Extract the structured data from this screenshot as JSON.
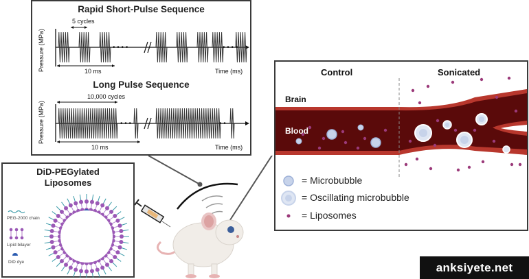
{
  "pulse_panel": {
    "rapid_title": "Rapid Short-Pulse Sequence",
    "cycles_label": "5 cycles",
    "y_axis_label": "Pressure (MPa)",
    "x_axis_label": "Time (ms)",
    "duration_label": "10 ms",
    "long_title": "Long Pulse Sequence",
    "long_cycles_label": "10,000 cycles",
    "y_axis_label_2": "Pressure (MPa)",
    "x_axis_label_2": "Time (ms)",
    "duration_label_2": "10 ms"
  },
  "lipo_panel": {
    "title_line1": "DiD-PEGylated",
    "title_line2": "Liposomes",
    "peg_label": "PEG-2000 chain",
    "bilayer_label": "Lipid bilayer",
    "dye_label": "DiD dye"
  },
  "brain_panel": {
    "control_label": "Control",
    "sonicated_label": "Sonicated",
    "brain_label": "Brain",
    "blood_label": "Blood",
    "legend": {
      "microbubble": "= Microbubble",
      "oscillating": "= Oscillating microbubble",
      "liposomes": "= Liposomes"
    }
  },
  "colors": {
    "vessel_dark": "#5a0a0a",
    "vessel_outer": "#c0392b",
    "liposome_dot": "#9b3a7a",
    "bubble_fill": "#c7d3ea"
  },
  "watermark": "anksiyete.net"
}
